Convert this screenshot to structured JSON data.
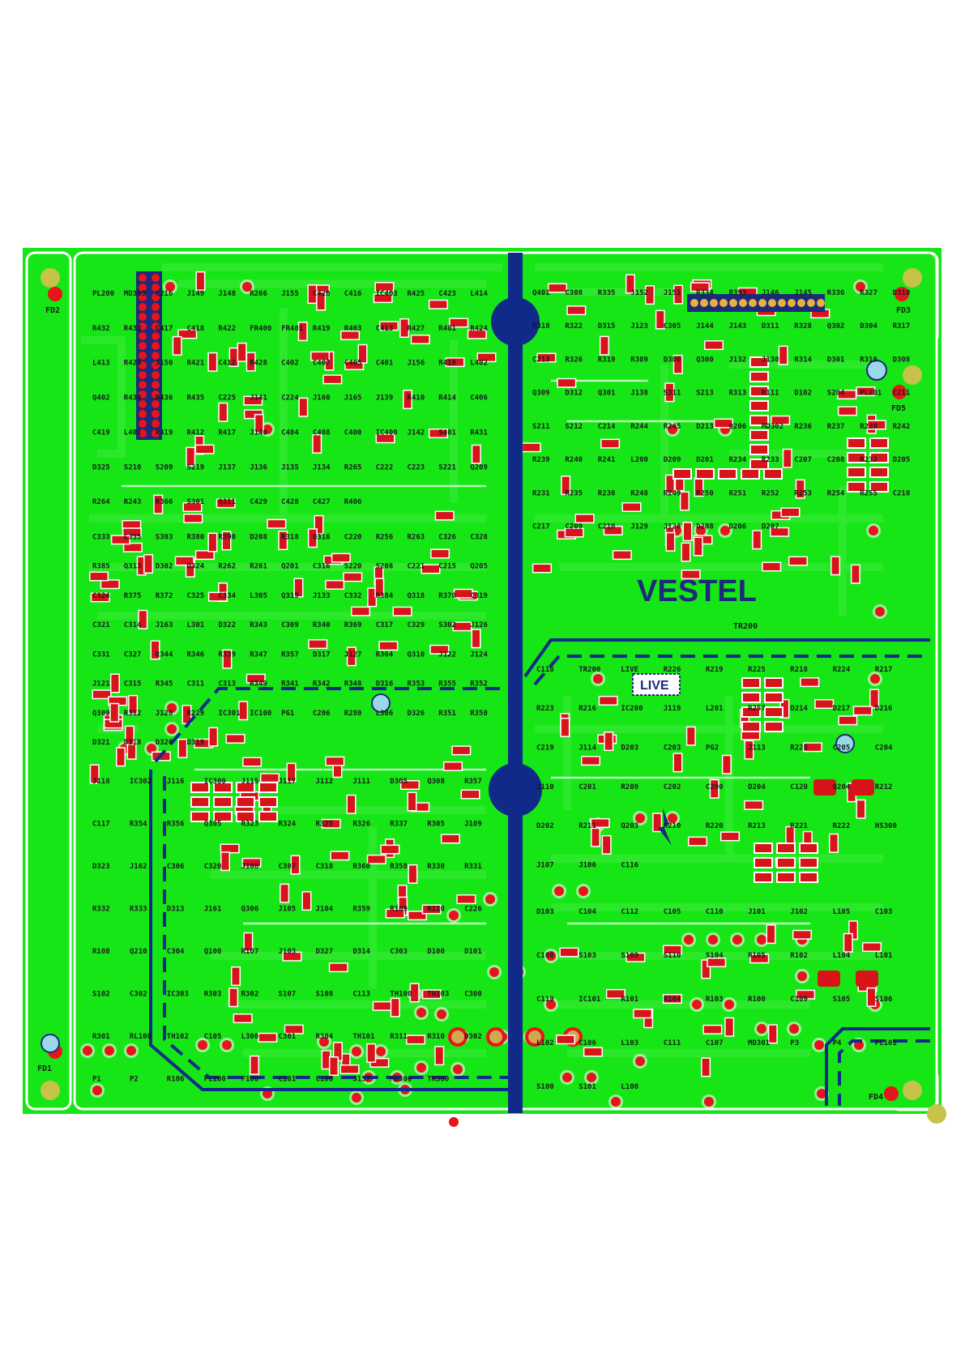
{
  "board": {
    "brand": "VESTEL",
    "live_label": "LIVE",
    "network_label": "TR200",
    "fiducials": [
      "FD1",
      "FD2",
      "FD3",
      "FD4",
      "FD5"
    ],
    "colors": {
      "board_fill": "#16e616",
      "copper_fill": "#2ee82e",
      "pad": "#e8141a",
      "smd": "#d6141a",
      "silk": "#1a1a1a",
      "isolation": "#0f2a88",
      "outline": "#ffffff",
      "mount_hole": "#c6c24a"
    }
  },
  "labels": {
    "top_left": [
      "PL200",
      "MD303",
      "C216",
      "J149",
      "J148",
      "R266",
      "J155",
      "C420",
      "C416",
      "IC403",
      "R425",
      "C423",
      "L414",
      "R432",
      "R433",
      "C417",
      "C418",
      "R422",
      "FR400",
      "FR401",
      "R419",
      "R403",
      "C413",
      "R427",
      "R401",
      "R424",
      "L413",
      "R426",
      "J150",
      "R421",
      "C412",
      "R428",
      "C402",
      "C407",
      "C405",
      "C401",
      "J156",
      "R418",
      "L402",
      "Q402",
      "R434",
      "R436",
      "R435",
      "C225",
      "J141",
      "C224",
      "J160",
      "J165",
      "J139",
      "R410",
      "R414",
      "C406",
      "C419",
      "L401",
      "R419",
      "R412",
      "R417",
      "J140",
      "C404",
      "C408",
      "C400",
      "IC400",
      "J142",
      "S401",
      "R431",
      "D325",
      "S210",
      "S209",
      "S219",
      "J137",
      "J136",
      "J135",
      "J134",
      "R265",
      "C222",
      "C223",
      "S221",
      "Q209",
      "R264",
      "R243",
      "R366",
      "S301",
      "Q311",
      "C429",
      "C428",
      "C427",
      "R406"
    ],
    "top_right": [
      "Q401",
      "C308",
      "R335",
      "J152",
      "J151",
      "R334",
      "R393",
      "J146",
      "J145",
      "R336",
      "R327",
      "D310",
      "R318",
      "R322",
      "D315",
      "J123",
      "C305",
      "J144",
      "J143",
      "D311",
      "R328",
      "Q302",
      "D304",
      "R317",
      "C213",
      "R326",
      "R319",
      "R309",
      "D306",
      "Q300",
      "J132",
      "J130",
      "R314",
      "D301",
      "R316",
      "D308",
      "Q309",
      "D312",
      "Q301",
      "J138",
      "S311",
      "S213",
      "R313",
      "R111",
      "D102",
      "S204",
      "PL201",
      "C211",
      "S211",
      "S212",
      "C214",
      "R244",
      "R245",
      "D213",
      "Q206",
      "MD302",
      "R236",
      "R237",
      "R238",
      "R242",
      "R239",
      "R240",
      "R241",
      "L200",
      "D209",
      "D201",
      "R234",
      "R233",
      "C207",
      "C208",
      "R232",
      "D205",
      "R231",
      "R235",
      "R230",
      "R248",
      "R249",
      "R250",
      "R251",
      "R252",
      "R253",
      "R254",
      "R255",
      "C218",
      "C217",
      "C209",
      "C210",
      "J129",
      "J128",
      "D208",
      "D206",
      "D207"
    ],
    "mid_left": [
      "C333",
      "C335",
      "S303",
      "R380",
      "R390",
      "D208",
      "R318",
      "Q316",
      "C220",
      "R256",
      "R263",
      "C326",
      "C328",
      "R385",
      "Q313",
      "D302",
      "D324",
      "R262",
      "R261",
      "Q201",
      "C316",
      "S220",
      "S208",
      "C221",
      "C215",
      "Q205",
      "C324",
      "R375",
      "R372",
      "C325",
      "C334",
      "L305",
      "Q315",
      "J133",
      "C332",
      "R384",
      "Q318",
      "R370",
      "C319",
      "C321",
      "C314",
      "J163",
      "L301",
      "D322",
      "R343",
      "C309",
      "R340",
      "R369",
      "C317",
      "C329",
      "S302",
      "J126",
      "C331",
      "C327",
      "R344",
      "R346",
      "R339",
      "R347",
      "R357",
      "D317",
      "J127",
      "R364",
      "Q310",
      "J122",
      "J124",
      "J121",
      "C315",
      "R345",
      "C311",
      "C313",
      "R349",
      "R341",
      "R342",
      "R348",
      "D316",
      "R353",
      "R355",
      "R352",
      "Q309",
      "R312",
      "J120",
      "R229",
      "IC301",
      "IC100",
      "PG1",
      "C206",
      "R280",
      "L306",
      "D326",
      "R351",
      "R350",
      "D321",
      "D318",
      "D320",
      "D319"
    ],
    "mid_right": [
      "C118",
      "TR200",
      "LIVE",
      "R226",
      "R219",
      "R225",
      "R218",
      "R224",
      "R217",
      "R223",
      "R216",
      "IC200",
      "J119",
      "L201",
      "R257",
      "D214",
      "D217",
      "D216",
      "C219",
      "J114",
      "D203",
      "C203",
      "PG2",
      "J113",
      "R228",
      "C205",
      "C204",
      "J110",
      "C201",
      "R209",
      "C202",
      "C200",
      "D204",
      "C120",
      "Q204",
      "R212",
      "D202",
      "R211",
      "Q203",
      "R210",
      "R220",
      "R213",
      "R221",
      "R222",
      "HS300",
      "J107",
      "J106",
      "C116"
    ],
    "bottom_left": [
      "J118",
      "IC302",
      "J116",
      "IC300",
      "J115",
      "J117",
      "J112",
      "J111",
      "D305",
      "Q308",
      "R357",
      "C117",
      "R354",
      "R356",
      "Q305",
      "R323",
      "R324",
      "R325",
      "R326",
      "R337",
      "R305",
      "J109",
      "D323",
      "J162",
      "C306",
      "C320",
      "J108",
      "C307",
      "C318",
      "R360",
      "R358",
      "R330",
      "R331",
      "R332",
      "R333",
      "D313",
      "J161",
      "Q306",
      "J105",
      "J104",
      "R359",
      "R109",
      "R110",
      "C226",
      "R108",
      "Q210",
      "C304",
      "Q100",
      "R107",
      "J103",
      "D327",
      "D314",
      "C303",
      "D100",
      "D101",
      "S102",
      "C302",
      "IC303",
      "R303",
      "R302",
      "S107",
      "S108",
      "C113",
      "TH100",
      "TH103",
      "C300",
      "R301",
      "RL100",
      "TH102",
      "C105",
      "L300",
      "C301",
      "R304",
      "TH101",
      "R311",
      "R310",
      "D302",
      "P1",
      "P2",
      "R106",
      "PL100",
      "F100",
      "C101",
      "C100",
      "J157",
      "MD300",
      "TR300"
    ],
    "bottom_right": [
      "D103",
      "C104",
      "C112",
      "C105",
      "C110",
      "J101",
      "J102",
      "L105",
      "C103",
      "C108",
      "S103",
      "S109",
      "S110",
      "S104",
      "R105",
      "R102",
      "L104",
      "L101",
      "C119",
      "IC101",
      "R101",
      "R104",
      "R103",
      "R100",
      "C109",
      "S105",
      "S106",
      "L102",
      "C106",
      "L103",
      "C111",
      "C107",
      "MD301",
      "P3",
      "P4",
      "PL101",
      "S100",
      "S101",
      "L100"
    ]
  }
}
